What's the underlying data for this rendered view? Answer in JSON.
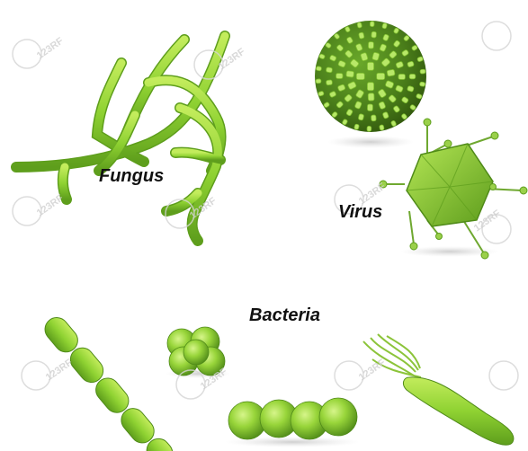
{
  "labels": {
    "fungus": "Fungus",
    "virus": "Virus",
    "bacteria": "Bacteria"
  },
  "watermark_text": "123RF",
  "colors": {
    "background": "#ffffff",
    "organism_light": "#a6dc3a",
    "organism_mid": "#7cc42a",
    "organism_dark": "#4f8a18",
    "virus_sphere_dark": "#3e6b12",
    "label_text": "#111111"
  }
}
